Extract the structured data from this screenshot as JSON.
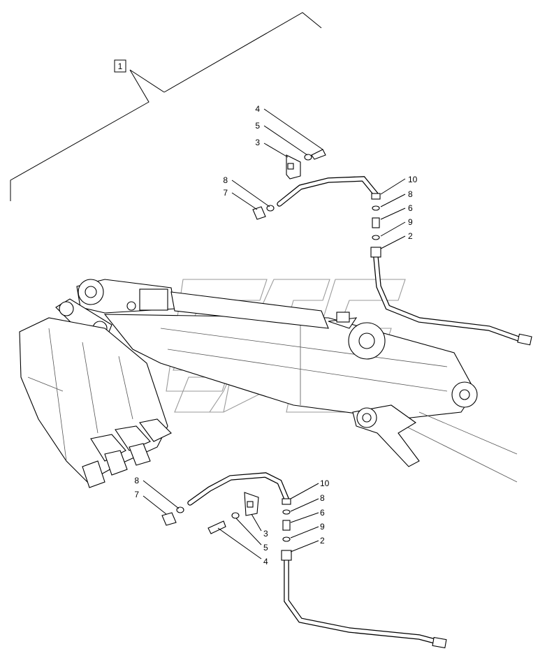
{
  "diagram": {
    "group_label": "1",
    "callouts_upper": {
      "part_4": "4",
      "part_5": "5",
      "part_3": "3",
      "part_8_left": "8",
      "part_7": "7",
      "part_10": "10",
      "part_8_right": "8",
      "part_6": "6",
      "part_9": "9",
      "part_2": "2"
    },
    "callouts_lower": {
      "part_8_left": "8",
      "part_7": "7",
      "part_10": "10",
      "part_8_right": "8",
      "part_6": "6",
      "part_9": "9",
      "part_2": "2",
      "part_3": "3",
      "part_5": "5",
      "part_4": "4"
    }
  }
}
